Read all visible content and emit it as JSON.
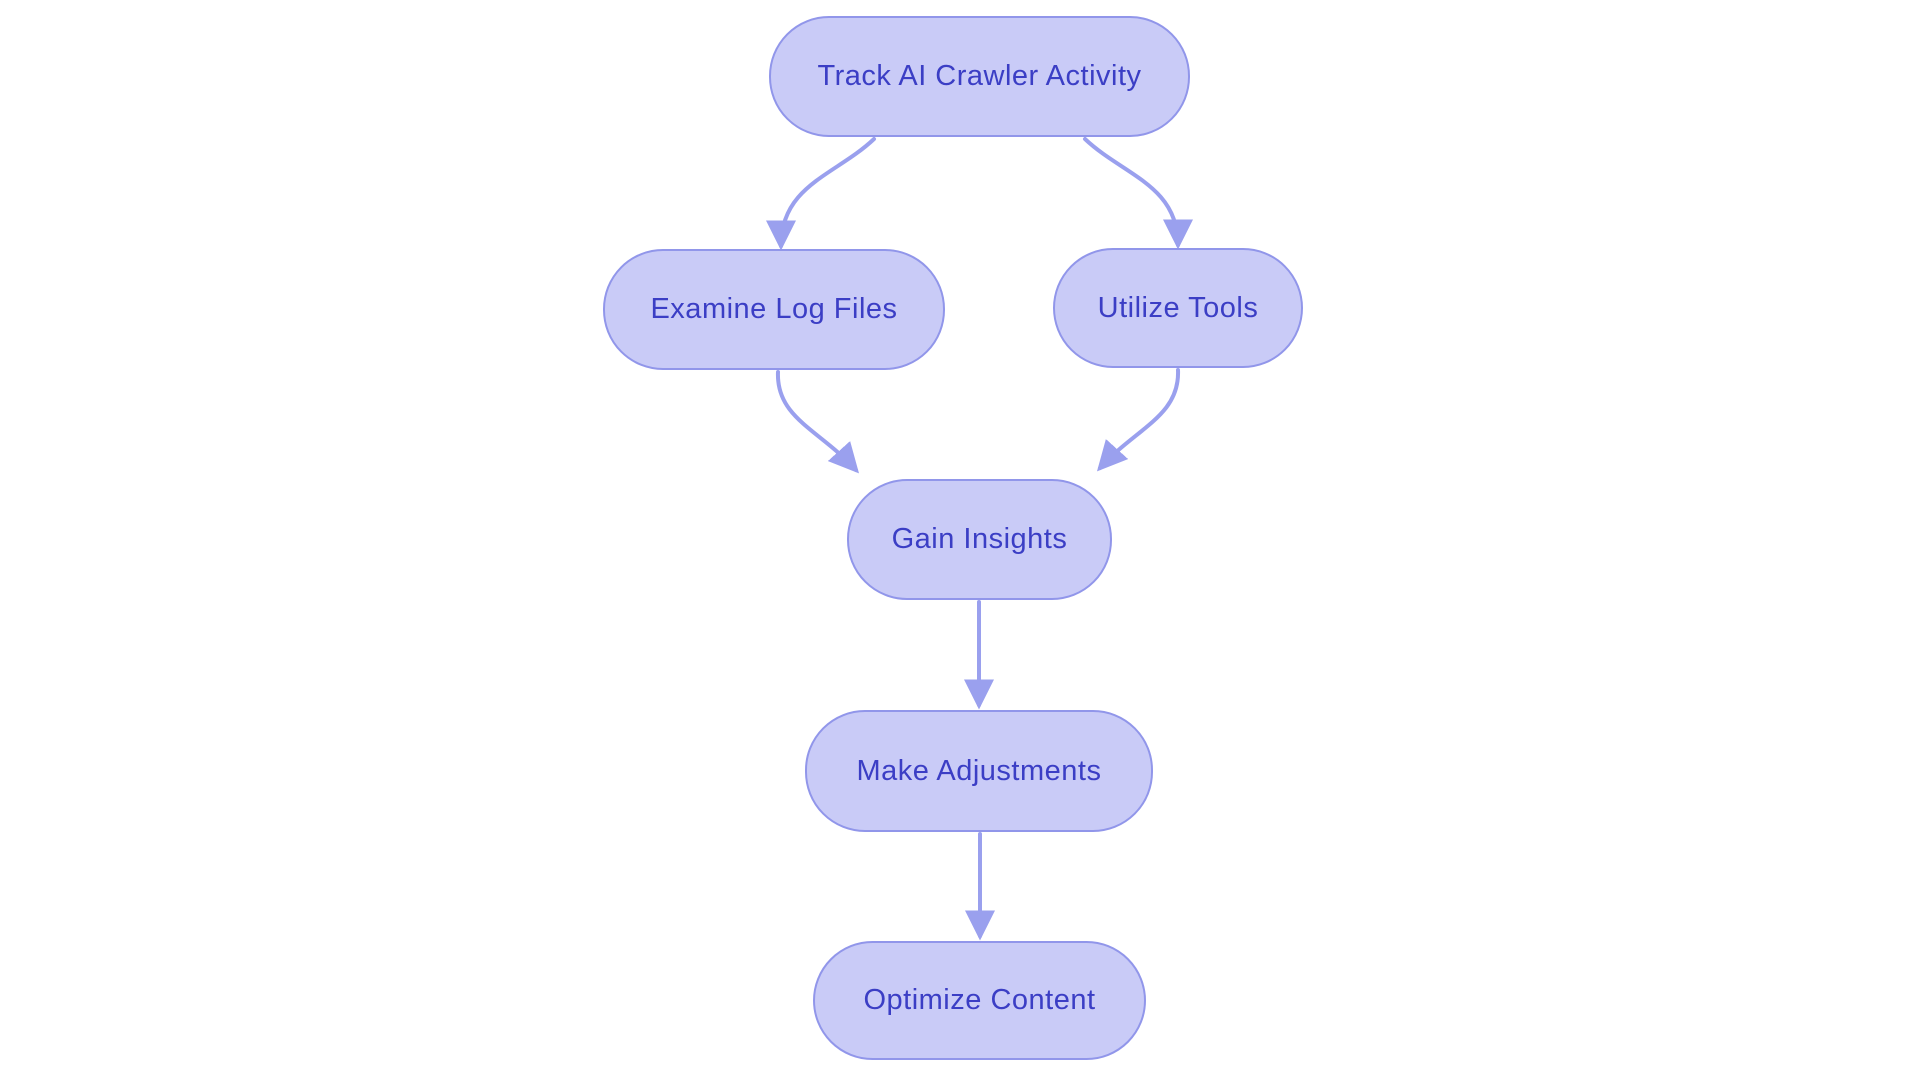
{
  "diagram": {
    "type": "flowchart",
    "direction": "top-down",
    "background": "#ffffff",
    "colors": {
      "node_fill": "#c9cbf7",
      "node_border": "#9196ea",
      "edge": "#9aa0ee",
      "text": "#3b3ec5"
    },
    "nodes": [
      {
        "id": "track-ai-crawler-activity",
        "label": "Track AI Crawler Activity"
      },
      {
        "id": "examine-log-files",
        "label": "Examine Log Files"
      },
      {
        "id": "utilize-tools",
        "label": "Utilize Tools"
      },
      {
        "id": "gain-insights",
        "label": "Gain Insights"
      },
      {
        "id": "make-adjustments",
        "label": "Make Adjustments"
      },
      {
        "id": "optimize-content",
        "label": "Optimize Content"
      }
    ],
    "edges": [
      {
        "from": "track-ai-crawler-activity",
        "to": "examine-log-files"
      },
      {
        "from": "track-ai-crawler-activity",
        "to": "utilize-tools"
      },
      {
        "from": "examine-log-files",
        "to": "gain-insights"
      },
      {
        "from": "utilize-tools",
        "to": "gain-insights"
      },
      {
        "from": "gain-insights",
        "to": "make-adjustments"
      },
      {
        "from": "make-adjustments",
        "to": "optimize-content"
      }
    ]
  }
}
